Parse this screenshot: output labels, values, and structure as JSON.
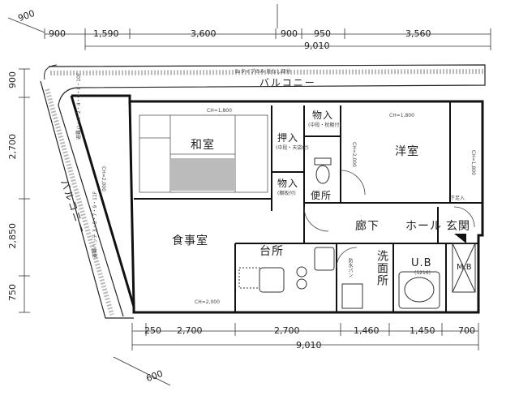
{
  "dimensions_top": {
    "segments": [
      "900",
      "1,590",
      "3,600",
      "900",
      "950",
      "3,560"
    ],
    "total": "9,010",
    "angled": "900"
  },
  "dimensions_bottom": {
    "segments": [
      "250",
      "2,700",
      "2,700",
      "1,460",
      "1,450",
      "700"
    ],
    "total": "9,010",
    "angled": "600"
  },
  "dimensions_left": [
    "900",
    "2,700",
    "2,850",
    "750"
  ],
  "balcony_top": {
    "label": "バルコニー",
    "note": "B₂タイプのみ 庇なし部分"
  },
  "balcony_left": {
    "label": "バルコニー",
    "hatch_upper": "避難ハッチ 2・4・6・8・10F",
    "hatch_lower": "避難ハッチ 3・5・7・9・11F"
  },
  "rooms": {
    "washitsu": "和室",
    "oshiire": "押入",
    "oshiire_note": "(中段・天袋付)",
    "monoire1": "物入",
    "monoire1_note": "(中段・枕棚付)",
    "monoire2": "物入",
    "monoire2_note": "(棚板付)",
    "youshitsu": "洋室",
    "benjo": "便所",
    "shokujishitsu": "食事室",
    "daidokoro": "台所",
    "rouka": "廊下",
    "hall": "ホール",
    "genkan": "玄関",
    "senmenjo": "洗面所",
    "ub": "U.B",
    "ub_size": "(1216)",
    "mb": "M.B",
    "bousui_pan": "防水パン",
    "shitabako": "下足入"
  },
  "annotations": {
    "ch1": "CH=1,800",
    "ch2": "CH=1,800",
    "ch3": "CH=2,000",
    "ch4": "CH=2,000",
    "ch5": "CH=1,800",
    "ch_side": "CH=2,000"
  }
}
